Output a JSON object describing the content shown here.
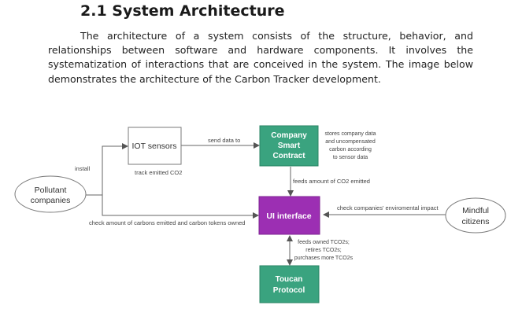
{
  "section": {
    "heading": "2.1 System Architecture",
    "paragraph_lines": [
      "The architecture of a system consists of the structure, behavior, and",
      "relationships between software and hardware components. It involves the",
      "systematization of interactions that are conceived in the system. The image below",
      "demonstrates the architecture of the Carbon Tracker development."
    ]
  },
  "diagram": {
    "nodes": {
      "pollutant_line1": "Pollutant",
      "pollutant_line2": "companies",
      "iot": "IOT sensors",
      "contract_line1": "Company",
      "contract_line2": "Smart",
      "contract_line3": "Contract",
      "ui": "UI interface",
      "toucan_line1": "Toucan",
      "toucan_line2": "Protocol",
      "mindful_line1": "Mindful",
      "mindful_line2": "citizens"
    },
    "labels": {
      "install": "install",
      "send_data": "send data to",
      "track_emitted": "track emitted CO2",
      "stores_1": "stores company data",
      "stores_2": "and uncompensated",
      "stores_3": "carbon according",
      "stores_4": "to sensor data",
      "feeds_co2": "feeds amount of CO2 emitted",
      "check_impact": "check companies' enviromental impact",
      "check_amount": "check amount of carbons emitted and carbon tokens owned",
      "toucan_1": "feeds owned TCO2s;",
      "toucan_2": "retires TCO2s;",
      "toucan_3": "purchases more TCO2s"
    },
    "colors": {
      "green_box": "#3aa37f",
      "purple_box": "#9c2fb3",
      "line": "#666666",
      "node_border": "#7a7a7a"
    }
  }
}
